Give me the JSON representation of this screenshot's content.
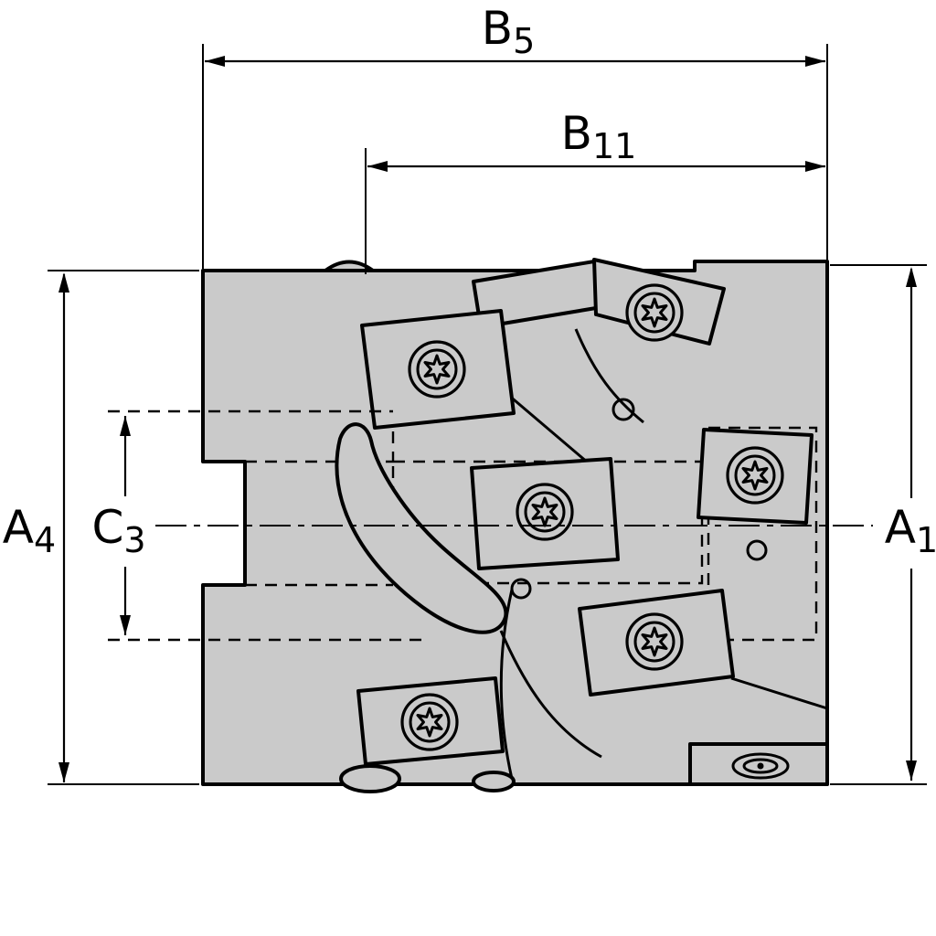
{
  "drawing": {
    "description": "Indexable insert milling cutter, side elevation with dimension callouts",
    "colors": {
      "body_fill": "#cacaca",
      "outline": "#000000",
      "background": "#ffffff"
    },
    "labels": {
      "b5": {
        "main": "B",
        "sub": "5"
      },
      "b11": {
        "main": "B",
        "sub": "11"
      },
      "a4": {
        "main": "A",
        "sub": "4"
      },
      "c3": {
        "main": "C",
        "sub": "3"
      },
      "a1": {
        "main": "A",
        "sub": "1"
      }
    }
  }
}
